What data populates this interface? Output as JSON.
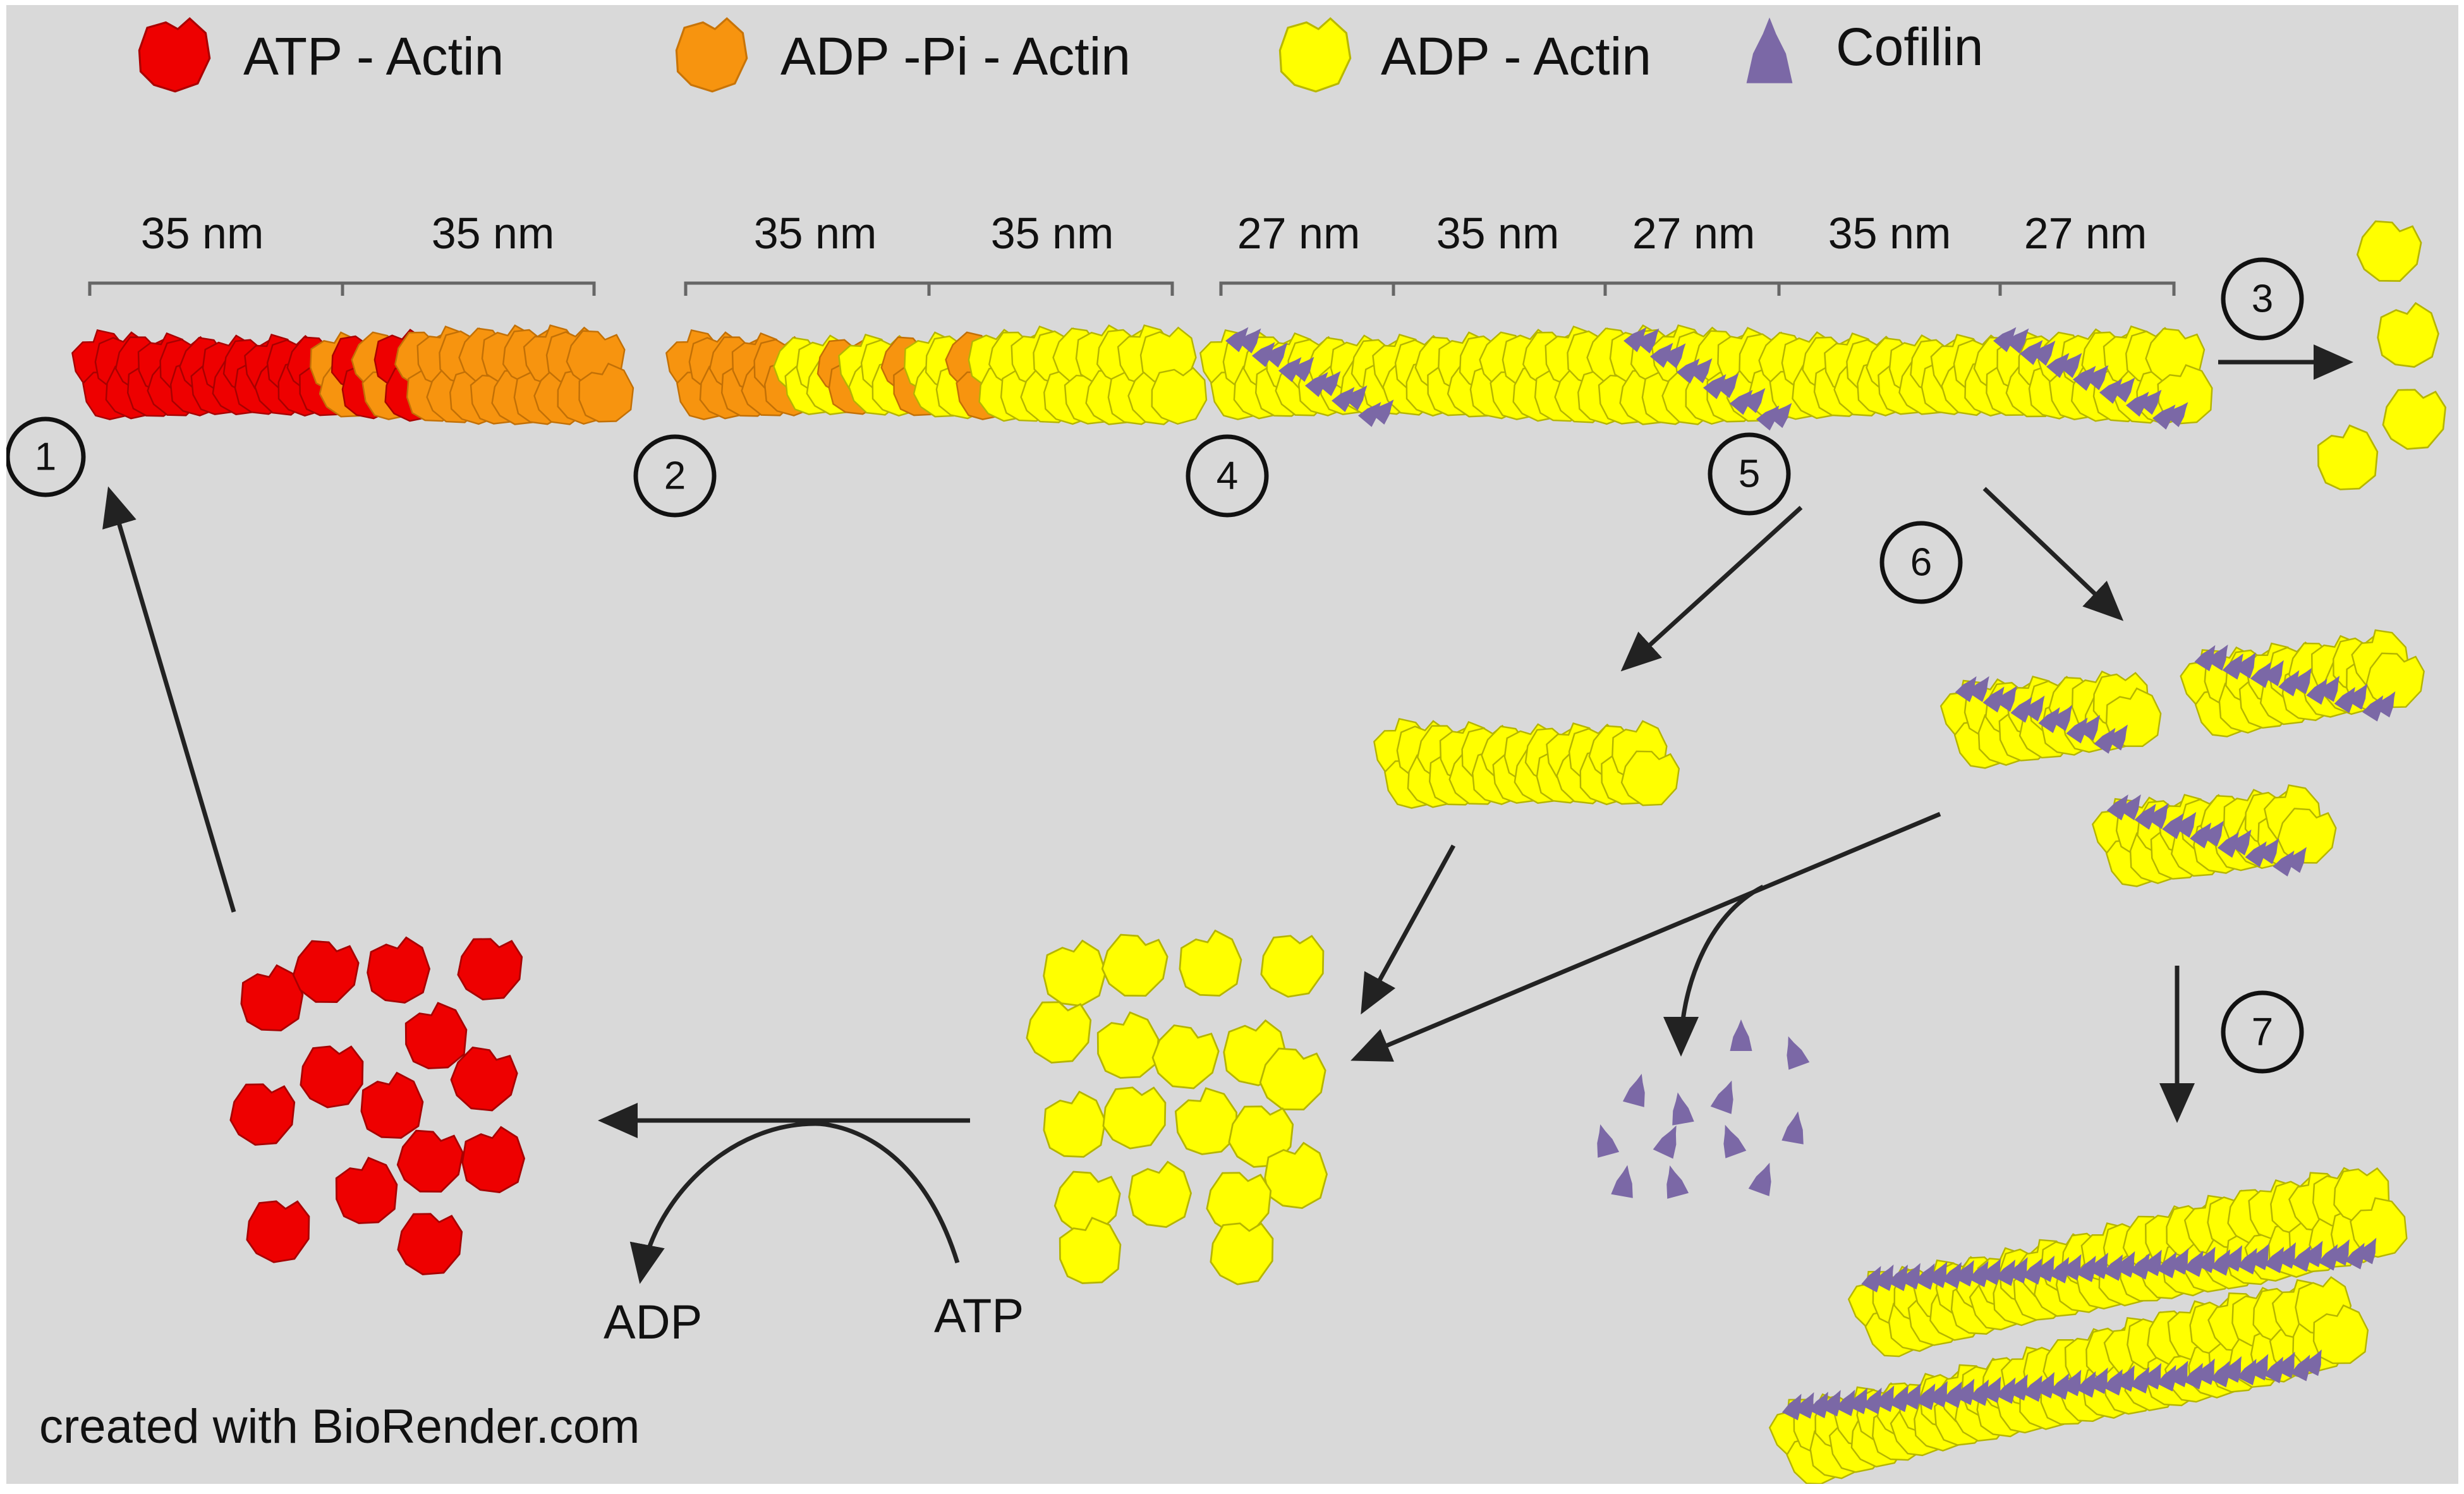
{
  "legend": [
    {
      "label": "ATP - Actin",
      "icon": "actin-monomer-icon",
      "color": "#ee0000"
    },
    {
      "label": "ADP -Pi - Actin",
      "icon": "actin-monomer-icon",
      "color": "#f7940f"
    },
    {
      "label": "ADP - Actin",
      "icon": "actin-monomer-icon",
      "color": "#ffff00"
    },
    {
      "label": "Cofilin",
      "icon": "cofilin-icon",
      "color": "#7b68a6"
    }
  ],
  "dimensions": {
    "filament_1": [
      "35 nm",
      "35 nm"
    ],
    "filament_2": [
      "35 nm",
      "35 nm"
    ],
    "filament_4": [
      "27 nm",
      "35 nm",
      "27 nm",
      "35 nm",
      "27 nm"
    ]
  },
  "steps": [
    "1",
    "2",
    "3",
    "4",
    "5",
    "6",
    "7"
  ],
  "nucleotide_exchange": {
    "consumed": "ATP",
    "released": "ADP"
  },
  "credit": "created with BioRender.com",
  "colors": {
    "atp_actin": "#ee0000",
    "adp_pi_actin": "#f7940f",
    "adp_actin": "#ffff00",
    "cofilin": "#7b68a6",
    "background": "#d9d9d9"
  }
}
